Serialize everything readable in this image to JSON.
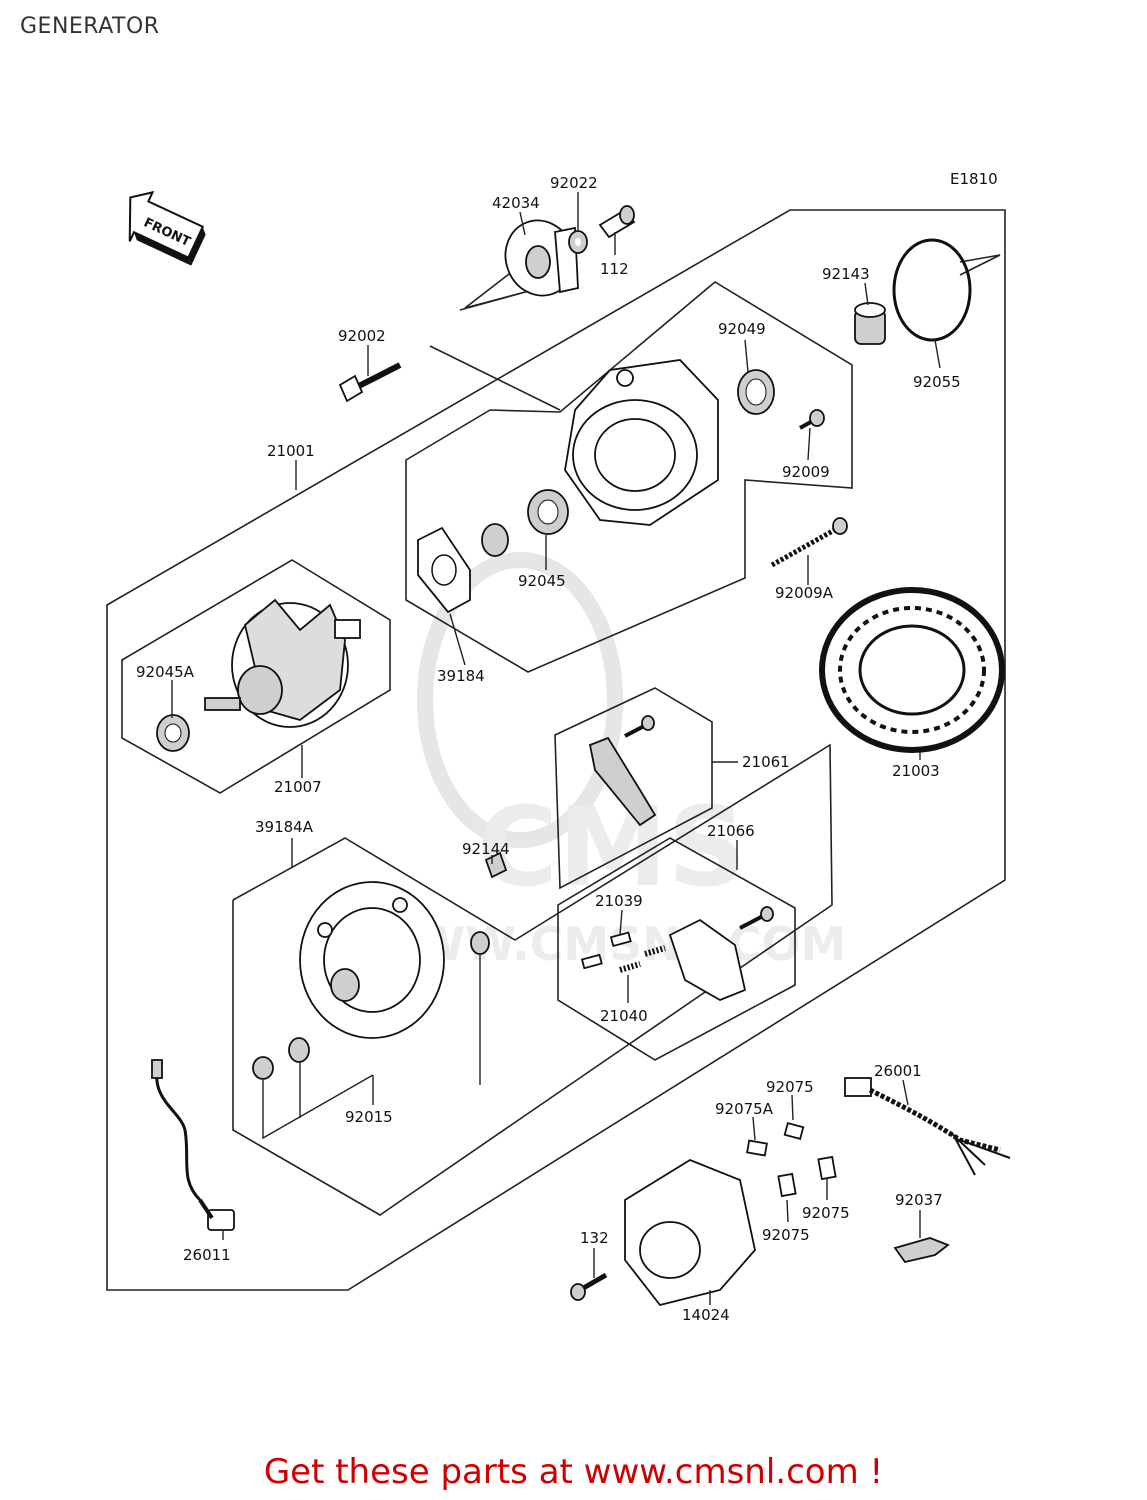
{
  "title": "GENERATOR",
  "diagram_code": "E1810",
  "front_marker": "FRONT",
  "watermark_text": "WWW.CMSNL.COM",
  "parts": {
    "p42034": "42034",
    "p92022": "92022",
    "p112": "112",
    "p92143": "92143",
    "p92055": "92055",
    "p92002": "92002",
    "p92049": "92049",
    "p92009": "92009",
    "p21001": "21001",
    "p92045": "92045",
    "p92009A": "92009A",
    "p39184": "39184",
    "p92045A": "92045A",
    "p21007": "21007",
    "p21003": "21003",
    "p21061": "21061",
    "p39184A": "39184A",
    "p92144": "92144",
    "p21066": "21066",
    "p21039": "21039",
    "p21040": "21040",
    "p92015": "92015",
    "p26001": "26001",
    "p92075_a": "92075",
    "p92075A": "92075A",
    "p92037": "92037",
    "p92075_b": "92075",
    "p92075_c": "92075",
    "p132": "132",
    "p26011": "26011",
    "p14024": "14024"
  },
  "footer": "Get these parts at www.cmsnl.com !"
}
